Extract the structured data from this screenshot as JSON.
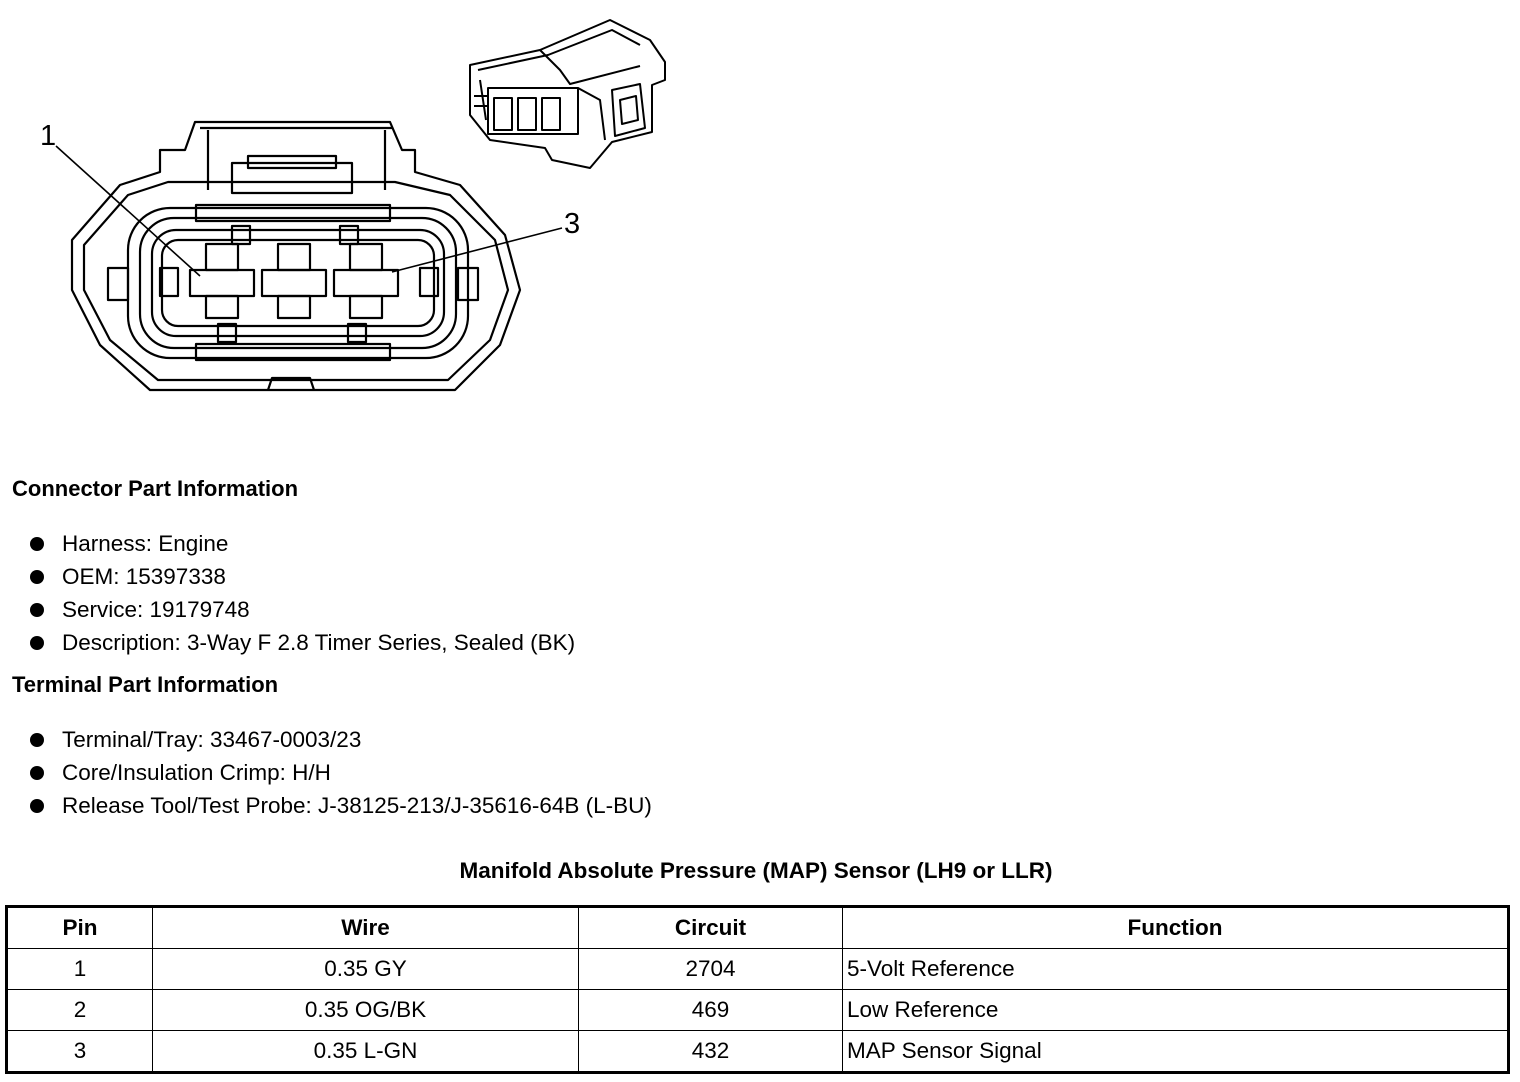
{
  "figure": {
    "callouts": [
      "1",
      "3"
    ]
  },
  "connector_info": {
    "heading": "Connector Part Information",
    "items": [
      "Harness: Engine",
      "OEM: 15397338",
      "Service: 19179748",
      "Description: 3-Way F 2.8 Timer Series, Sealed (BK)"
    ]
  },
  "terminal_info": {
    "heading": "Terminal Part Information",
    "items": [
      "Terminal/Tray: 33467-0003/23",
      "Core/Insulation Crimp: H/H",
      "Release Tool/Test Probe: J-38125-213/J-35616-64B (L-BU)"
    ]
  },
  "pin_table": {
    "title": "Manifold Absolute Pressure (MAP) Sensor (LH9 or LLR)",
    "headers": [
      "Pin",
      "Wire",
      "Circuit",
      "Function"
    ],
    "rows": [
      [
        "1",
        "0.35 GY",
        "2704",
        "5-Volt Reference"
      ],
      [
        "2",
        "0.35 OG/BK",
        "469",
        "Low Reference"
      ],
      [
        "3",
        "0.35 L-GN",
        "432",
        "MAP Sensor Signal"
      ]
    ]
  }
}
